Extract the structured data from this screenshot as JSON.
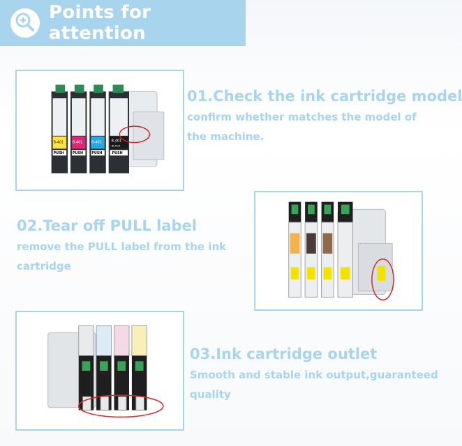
{
  "banner": {
    "title": "Points for attention",
    "icon": "magnifier-plus-icon",
    "color": "#a9d4ee"
  },
  "points": [
    {
      "heading": "01.Check the ink cartridge model",
      "description": "confirm whether matches the model of the machine.",
      "cartridge_labels": [
        "B-401",
        "B-401",
        "B-401",
        "B-401"
      ],
      "push_labels": [
        "PUSH",
        "PUSH",
        "PUSH",
        "PUSH"
      ],
      "black_label": "BLACK"
    },
    {
      "heading": "02.Tear off PULL label",
      "description": "remove the PULL label from the ink cartridge"
    },
    {
      "heading": "03.Ink cartridge outlet",
      "description": "Smooth and stable ink output,guaranteed quality"
    }
  ]
}
